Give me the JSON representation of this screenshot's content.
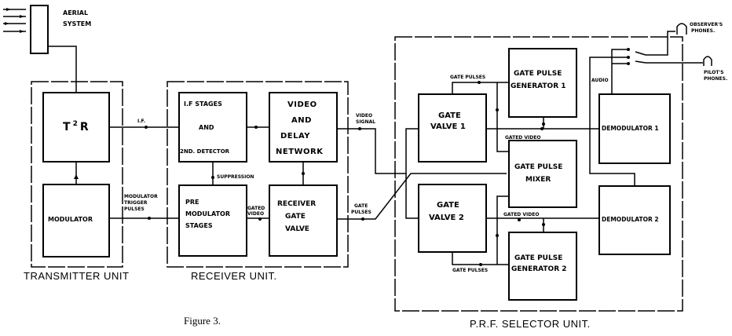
{
  "figure_caption": "Figure 3.",
  "aerial": {
    "label_line1": "AERIAL",
    "label_line2": "SYSTEM"
  },
  "units": {
    "transmitter": "TRANSMITTER  UNIT",
    "receiver": "RECEIVER  UNIT.",
    "prf_selector": "P.R.F.  SELECTOR  UNIT."
  },
  "blocks": {
    "t2r": {
      "main": "T",
      "sup": "2",
      "tail": "R"
    },
    "modulator": "MODULATOR",
    "if_stages": {
      "line1": "I.F  STAGES",
      "line2": "AND",
      "line3": "2ND. DETECTOR"
    },
    "video_delay": {
      "line1": "VIDEO",
      "line2": "AND",
      "line3": "DELAY",
      "line4": "NETWORK"
    },
    "pre_modulator": {
      "line1": "PRE",
      "line2": "MODULATOR",
      "line3": "STAGES"
    },
    "receiver_gate": {
      "line1": "RECEIVER",
      "line2": "GATE",
      "line3": "VALVE"
    },
    "gate_valve_1": {
      "line1": "GATE",
      "line2": "VALVE 1"
    },
    "gate_valve_2": {
      "line1": "GATE",
      "line2": "VALVE 2"
    },
    "gpg1": {
      "line1": "GATE PULSE",
      "line2": "GENERATOR 1"
    },
    "gpg2": {
      "line1": "GATE PULSE",
      "line2": "GENERATOR 2"
    },
    "gp_mixer": {
      "line1": "GATE PULSE",
      "line2": "MIXER"
    },
    "demod1": "DEMODULATOR 1",
    "demod2": "DEMODULATOR 2"
  },
  "signals": {
    "if": "I.F.",
    "mod_trigger": {
      "line1": "MODULATOR",
      "line2": "TRIGGER",
      "line3": "PULSES"
    },
    "suppression": "SUPPRESSION",
    "gated_video_rx": {
      "line1": "GATED",
      "line2": "VIDEO"
    },
    "video_signal": {
      "line1": "VIDEO",
      "line2": "SIGNAL"
    },
    "gate_pulses_rx": {
      "line1": "GATE",
      "line2": "PULSES"
    },
    "gate_pulses_top": "GATE PULSES",
    "gate_pulses_bottom": "GATE PULSES",
    "gated_video_1": "GATED VIDEO",
    "gated_video_2": "GATED VIDEO",
    "audio": "AUDIO",
    "observer": {
      "line1": "OBSERVER'S",
      "line2": "PHONES."
    },
    "pilot": {
      "line1": "PILOT'S",
      "line2": "PHONES."
    }
  }
}
